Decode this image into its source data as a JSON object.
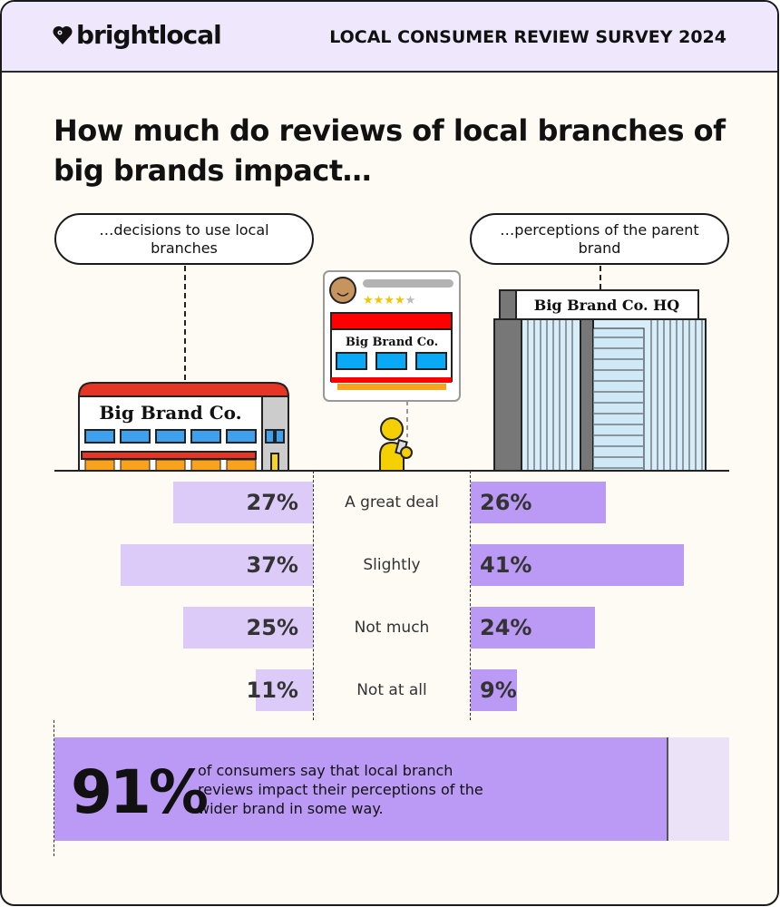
{
  "header": {
    "logo_text": "brightlocal",
    "survey_title": "LOCAL CONSUMER REVIEW SURVEY 2024"
  },
  "title": "How much do reviews of local branches of big brands impact…",
  "labels": {
    "left": "…decisions to use local branches",
    "right": "…perceptions of the parent brand"
  },
  "illustrations": {
    "store_sign": "Big Brand Co.",
    "hq_sign": "Big Brand Co. HQ",
    "review_sign": "Big Brand Co.",
    "review_stars": 4,
    "review_stars_max": 5
  },
  "chart_data": {
    "type": "bar",
    "orientation": "horizontal-diverging",
    "categories": [
      "A great deal",
      "Slightly",
      "Not much",
      "Not at all"
    ],
    "series": [
      {
        "name": "…decisions to use local branches",
        "values": [
          27,
          37,
          25,
          11
        ],
        "color": "#dccbf8"
      },
      {
        "name": "…perceptions of the parent brand",
        "values": [
          26,
          41,
          24,
          9
        ],
        "color": "#bb9af5"
      }
    ],
    "unit": "%"
  },
  "callout": {
    "value": "91%",
    "fraction": 91,
    "text": "of consumers say that local branch reviews impact their perceptions of the wider brand in some way."
  },
  "colors": {
    "header_bg": "#efe8fc",
    "page_bg": "#fefbf5",
    "accent": "#bb9af5",
    "accent_light": "#dccbf8"
  }
}
